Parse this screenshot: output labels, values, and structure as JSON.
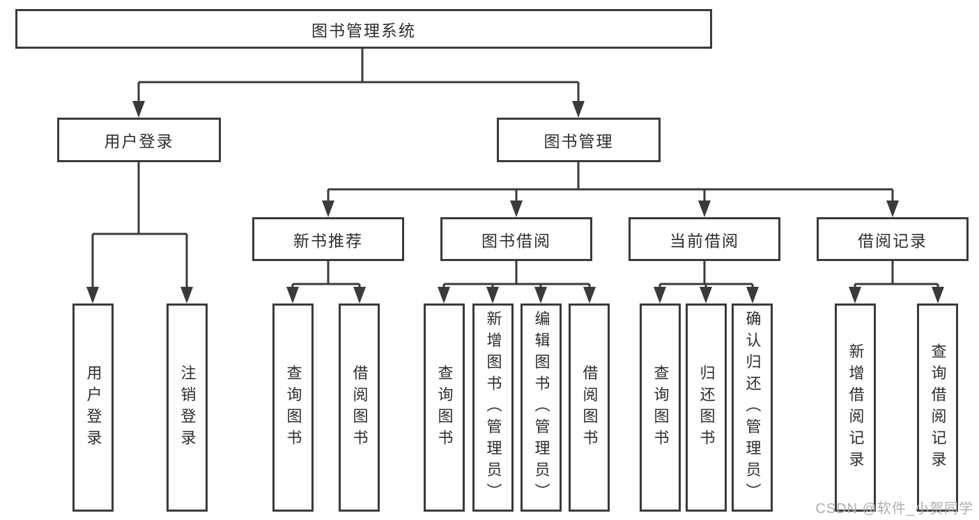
{
  "nodes": {
    "root": {
      "label": "图书管理系统"
    },
    "user_login": {
      "label": "用户登录",
      "leaves": [
        "用户登录",
        "注销登录"
      ]
    },
    "book_mgmt": {
      "label": "图书管理"
    },
    "new_books": {
      "label": "新书推荐",
      "leaves": [
        "查询图书",
        "借阅图书"
      ]
    },
    "book_borrow": {
      "label": "图书借阅",
      "leaves": [
        "查询图书",
        "新增图书（管理员）",
        "编辑图书（管理员）",
        "借阅图书"
      ]
    },
    "current_borrow": {
      "label": "当前借阅",
      "leaves": [
        "查询图书",
        "归还图书",
        "确认归还（管理员）"
      ]
    },
    "borrow_records": {
      "label": "借阅记录",
      "leaves": [
        "新增借阅记录",
        "查询借阅记录"
      ]
    }
  },
  "watermark": "CSDN @软件_小贺同学"
}
